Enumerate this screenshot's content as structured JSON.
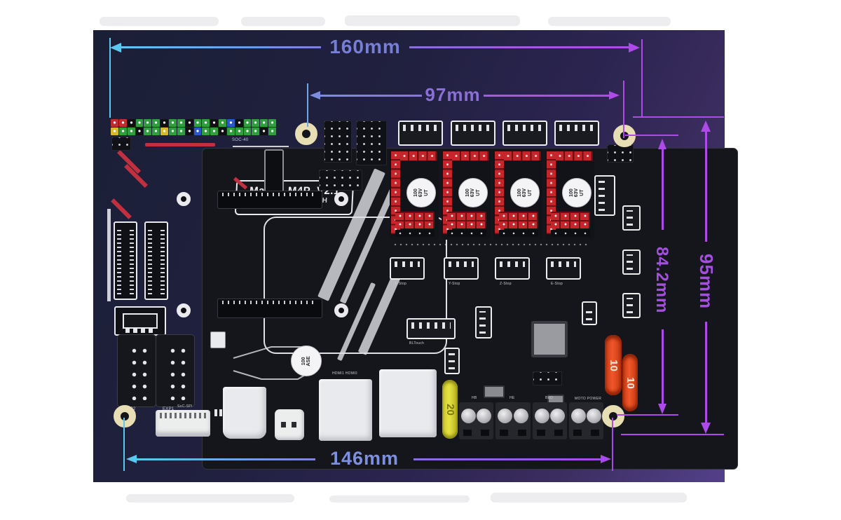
{
  "annotations": {
    "width_total": "160mm",
    "width_hole_top": "97mm",
    "height_total": "95mm",
    "height_holes": "84.2mm",
    "width_holes_bottom": "146mm",
    "colors": {
      "cyan": "#5ac8f0",
      "mid_blue": "#7d7fdd",
      "magenta": "#ae4ae8",
      "label_blue": "#767ed6",
      "label_mid": "#8a70d6",
      "label_bottom": "#7d90e0",
      "label_purple": "#a44fe0"
    }
  },
  "board": {
    "title": "Manta_M4P_V2.1",
    "brand": "BIGTREETECH",
    "gpio_label": "SOC-40",
    "driver_cap": "100\n63V\nUT",
    "center_cap": "100\nASE",
    "endstop_labels": [
      "X-Stop",
      "Y-Stop",
      "Z-Stop",
      "E-Stop"
    ],
    "bltouch_label": "BLTouch",
    "exp_labels": [
      "EXP2",
      "EXP1"
    ],
    "ffc_label": "SoC-SPI",
    "hdmi_label": "HDMI1 HDMI0",
    "terminal_labels": [
      "HB",
      "HE",
      "BED"
    ],
    "moto_power_label": "MOTO POWER",
    "fuse_yellow": "20",
    "fuse_orange": "10",
    "gpio": {
      "palette": {
        "g": "#2f9e3c",
        "r": "#c22c2c",
        "k": "#101012",
        "y": "#d8b92c",
        "b": "#2b57cc"
      },
      "rows": [
        [
          "r",
          "r",
          "k",
          "g",
          "g",
          "g",
          "k",
          "g",
          "g",
          "k",
          "g",
          "g",
          "k",
          "g",
          "b",
          "k",
          "g",
          "g",
          "g",
          "g"
        ],
        [
          "y",
          "g",
          "g",
          "k",
          "g",
          "g",
          "y",
          "g",
          "g",
          "k",
          "b",
          "g",
          "g",
          "k",
          "g",
          "g",
          "g",
          "g",
          "k",
          "g"
        ]
      ]
    }
  }
}
